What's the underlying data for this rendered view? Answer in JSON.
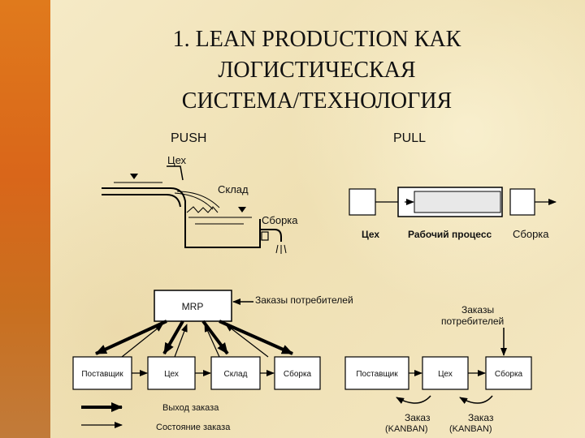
{
  "title": {
    "line1": "1. LEAN PRODUCTION КАК",
    "line2": "ЛОГИСТИЧЕСКАЯ",
    "line3": "СИСТЕМА/ТЕХНОЛОГИЯ"
  },
  "push": {
    "heading": "PUSH",
    "tank_labels": {
      "workshop": "Цех",
      "warehouse": "Склад",
      "assembly": "Сборка"
    },
    "mrp": {
      "label": "MRP",
      "orders_label": "Заказы потребителей"
    },
    "chain": [
      "Поставщик",
      "Цех",
      "Склад",
      "Сборка"
    ],
    "legend": {
      "order_output": "Выход заказа",
      "order_state": "Состояние заказа"
    }
  },
  "pull": {
    "heading": "PULL",
    "pipe_labels": {
      "workshop": "Цех",
      "process": "Рабочий процесс",
      "assembly": "Сборка"
    },
    "orders_label_line1": "Заказы",
    "orders_label_line2": "потребителей",
    "chain": [
      "Поставщик",
      "Цех",
      "Сборка"
    ],
    "kanban": [
      {
        "order": "Заказ",
        "tag": "(KANBAN)"
      },
      {
        "order": "Заказ",
        "tag": "(KANBAN)"
      }
    ]
  }
}
